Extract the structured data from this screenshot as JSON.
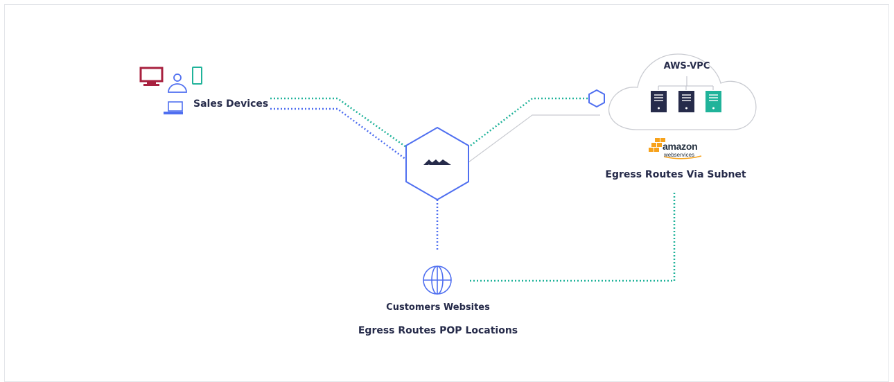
{
  "sales_devices": {
    "label": "Sales Devices",
    "icons": [
      "desktop-icon",
      "user-icon",
      "phone-icon",
      "laptop-icon"
    ]
  },
  "aws_vpc": {
    "label": "AWS-VPC",
    "servers": [
      "server-icon",
      "server-icon",
      "server-icon"
    ]
  },
  "aws_logo": {
    "word": "amazon",
    "sub": "webservices"
  },
  "egress_subnet": {
    "label": "Egress Routes Via Subnet"
  },
  "customers": {
    "label": "Customers Websites",
    "icon": "globe-icon"
  },
  "pop": {
    "label": "Egress Routes POP Locations"
  },
  "colors": {
    "teal": "#20b39a",
    "blue": "#4f6ff0",
    "navy": "#262b4a",
    "red": "#a8213f",
    "aws_orange": "#f7a21b",
    "gray_line": "#c9cbd1"
  }
}
